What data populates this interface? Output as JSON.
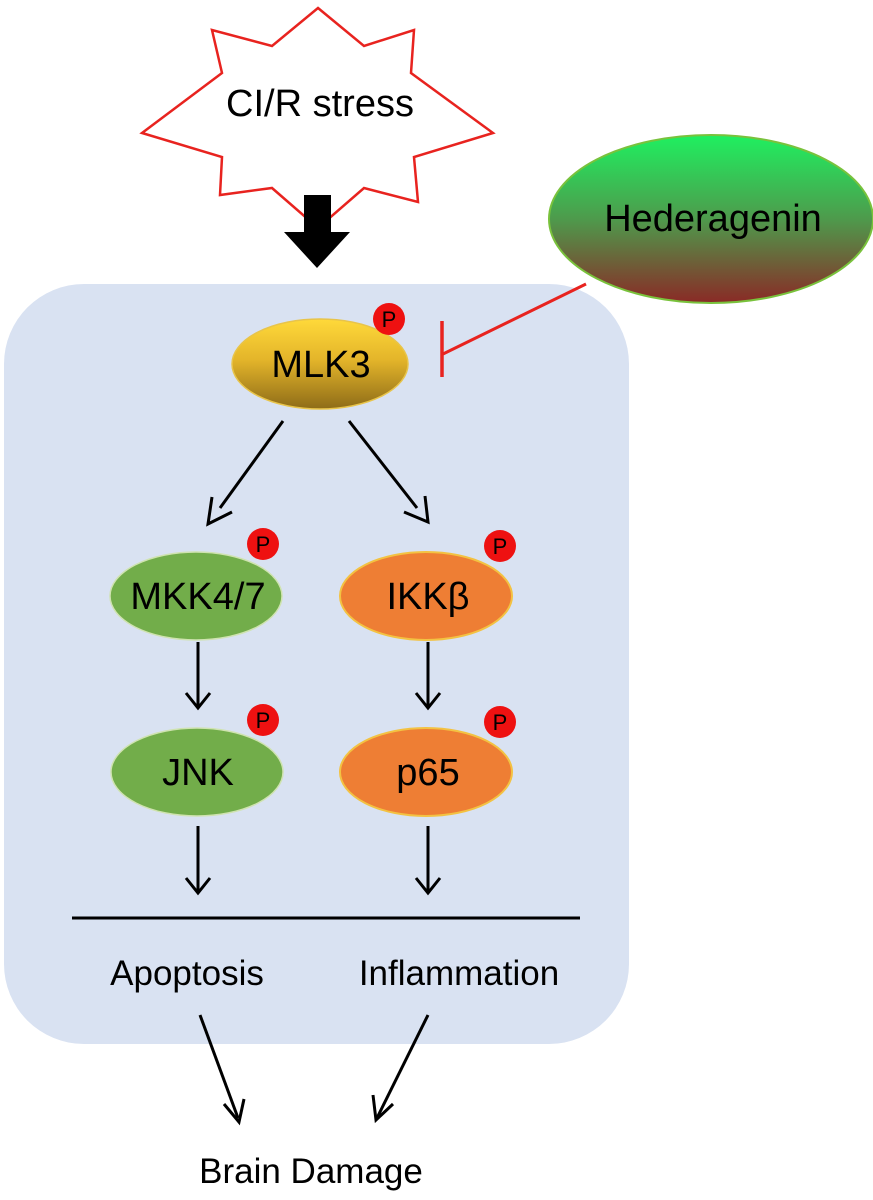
{
  "stimulus": {
    "label": "CI/R stress"
  },
  "inhibitor": {
    "label": "Hederagenin"
  },
  "nodes": {
    "mlk3": {
      "label": "MLK3",
      "phospho": "P"
    },
    "mkk47": {
      "label": "MKK4/7",
      "phospho": "P"
    },
    "ikkb": {
      "label": "IKKβ",
      "phospho": "P"
    },
    "jnk": {
      "label": "JNK",
      "phospho": "P"
    },
    "p65": {
      "label": "p65",
      "phospho": "P"
    }
  },
  "outcomes": {
    "apoptosis": "Apoptosis",
    "inflammation": "Inflammation",
    "final": "Brain Damage"
  },
  "colors": {
    "cell_background": "#d9e2f2",
    "stimulus_outline": "#e8231f",
    "inhibition_line": "#e8231f",
    "hederagenin_top": "#1ff060",
    "hederagenin_bottom": "#8a2a26",
    "mlk3_top": "#ffd93a",
    "mlk3_bottom": "#8e6c18",
    "mapk_branch": "#72ad4a",
    "nfkb_branch": "#ee7e34",
    "phospho": "#ee1111"
  }
}
